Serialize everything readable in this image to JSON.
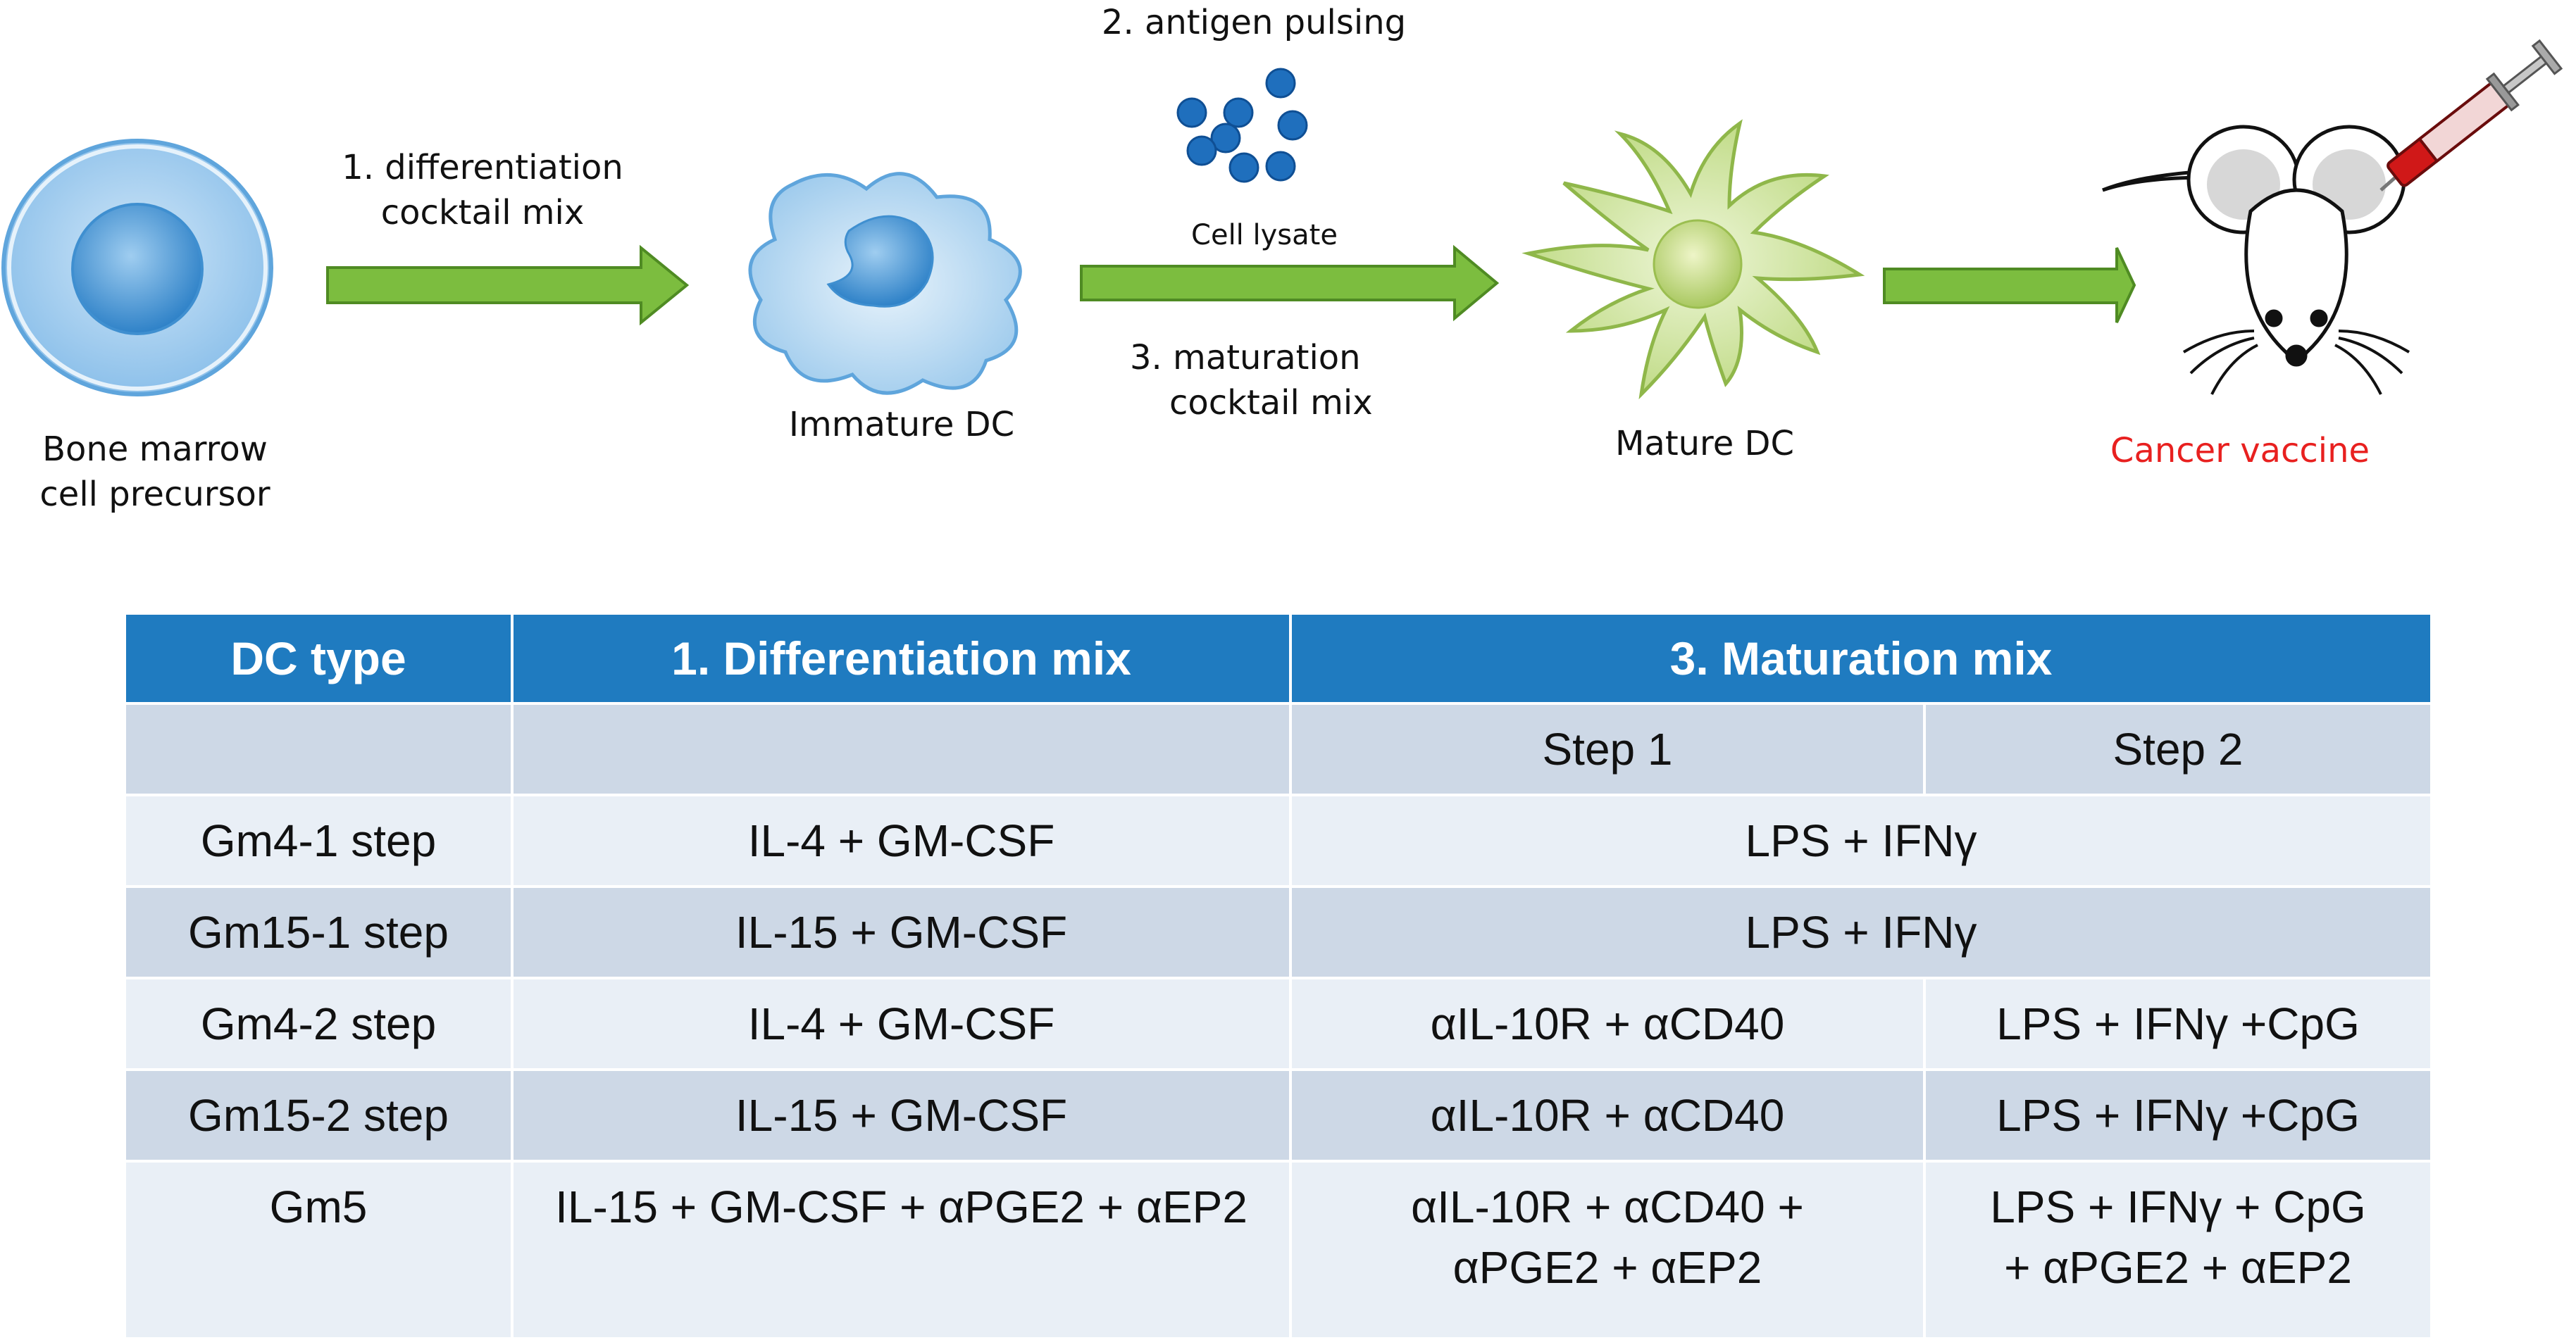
{
  "flow": {
    "labels": {
      "bone_marrow": [
        "Bone marrow",
        "cell precursor"
      ],
      "step1": [
        "1. differentiation",
        "cocktail mix"
      ],
      "immature": "Immature DC",
      "step2": "2. antigen pulsing",
      "cell_lysate": "Cell lysate",
      "step3": [
        "3. maturation",
        "cocktail mix"
      ],
      "mature": "Mature DC",
      "vaccine": "Cancer vaccine"
    },
    "colors": {
      "arrow_fill": "#7cbd3f",
      "arrow_stroke": "#4f8b23",
      "cell_blue": "#5fa5dc",
      "lysate_dot": "#1f6fbd",
      "mature_green": "#c6df8b",
      "vaccine_text": "#e8201f",
      "syringe_red": "#d01818"
    },
    "icons": [
      "bone-marrow-cell-icon",
      "immature-dc-icon",
      "lysate-dots-icon",
      "mature-dc-icon",
      "mouse-icon",
      "syringe-icon"
    ]
  },
  "table": {
    "headers": {
      "dc_type": "DC type",
      "diff": "1. Differentiation mix",
      "mat": "3. Maturation mix"
    },
    "subheaders": {
      "blank1": "",
      "blank2": "",
      "step1": "Step 1",
      "step2": "Step 2"
    },
    "rows": [
      {
        "type": "Gm4-1 step",
        "diff": "IL-4 + GM-CSF",
        "mat": "LPS + IFNγ"
      },
      {
        "type": "Gm15-1 step",
        "diff": "IL-15 + GM-CSF",
        "mat": "LPS + IFNγ"
      },
      {
        "type": "Gm4-2 step",
        "diff": "IL-4 + GM-CSF",
        "step1": "αIL-10R +  αCD40",
        "step2": "LPS + IFNγ +CpG"
      },
      {
        "type": "Gm15-2 step",
        "diff": "IL-15 + GM-CSF",
        "step1": "αIL-10R +  αCD40",
        "step2": "LPS + IFNγ +CpG"
      },
      {
        "type": "Gm5",
        "diff": "IL-15 + GM-CSF + αPGE2 + αEP2",
        "step1": [
          "αIL-10R +  αCD40 +",
          "αPGE2 + αEP2"
        ],
        "step2": [
          "LPS + IFNγ + CpG",
          "+ αPGE2  + αEP2"
        ]
      }
    ],
    "colors": {
      "header": "#1f7bc0",
      "row_dark": "#cdd8e6",
      "row_light": "#e9eff6"
    }
  }
}
